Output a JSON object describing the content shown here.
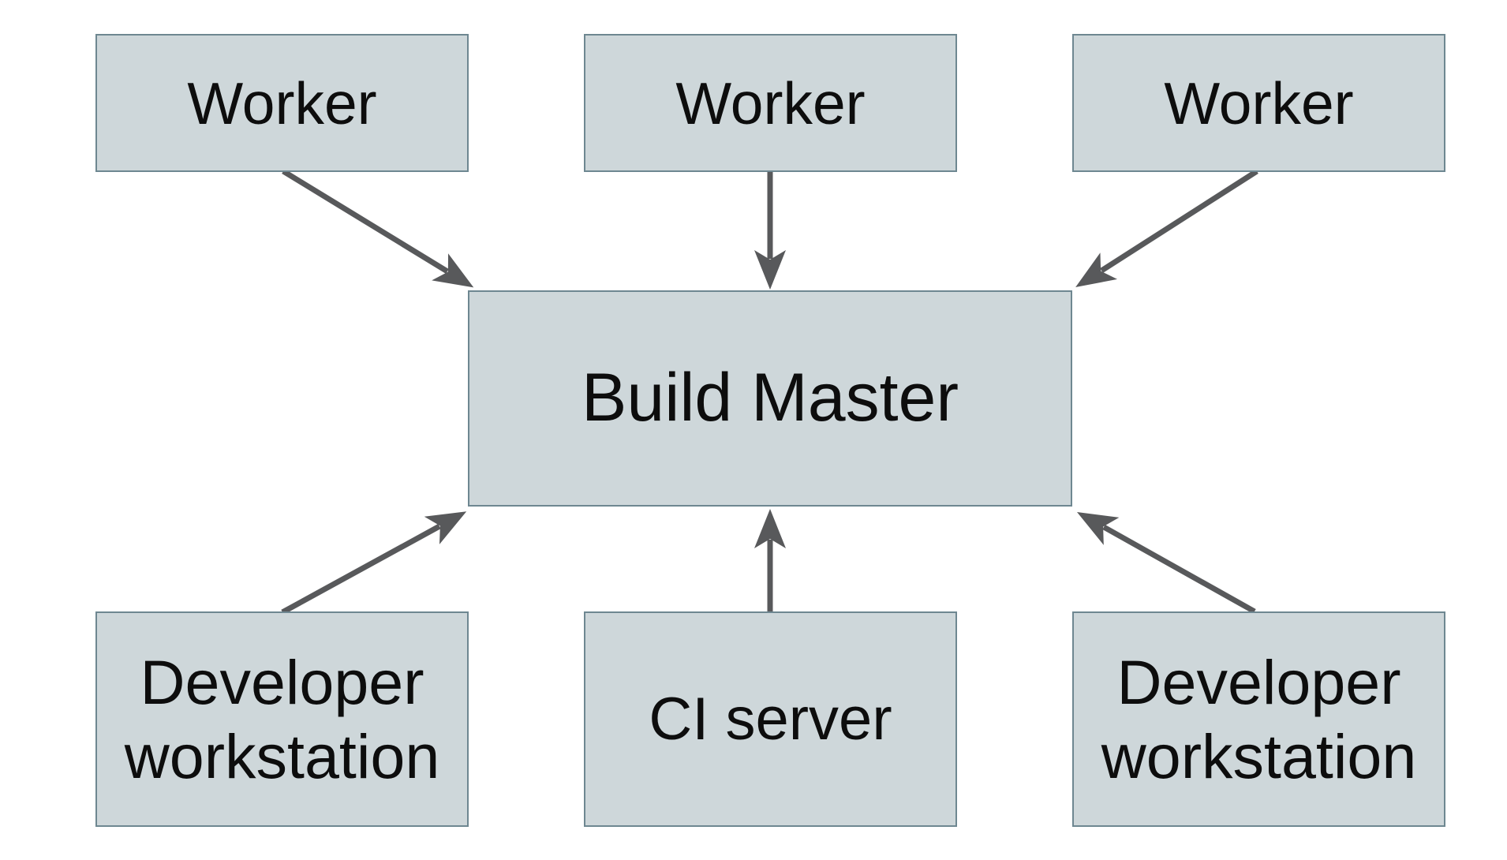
{
  "diagram": {
    "type": "architecture-diagram",
    "nodes": {
      "worker_1": {
        "label": "Worker"
      },
      "worker_2": {
        "label": "Worker"
      },
      "worker_3": {
        "label": "Worker"
      },
      "build_master": {
        "label": "Build Master"
      },
      "dev_workstation_left": {
        "label": "Developer workstation"
      },
      "ci_server": {
        "label": "CI server"
      },
      "dev_workstation_right": {
        "label": "Developer workstation"
      }
    },
    "edges": [
      {
        "from": "worker_1",
        "to": "build_master"
      },
      {
        "from": "worker_2",
        "to": "build_master"
      },
      {
        "from": "worker_3",
        "to": "build_master"
      },
      {
        "from": "dev_workstation_left",
        "to": "build_master"
      },
      {
        "from": "ci_server",
        "to": "build_master"
      },
      {
        "from": "dev_workstation_right",
        "to": "build_master"
      }
    ],
    "colors": {
      "node_fill": "#ced7da",
      "node_border": "#6e8791",
      "arrow": "#58595b",
      "text": "#0d0d0d",
      "background": "#ffffff"
    }
  }
}
